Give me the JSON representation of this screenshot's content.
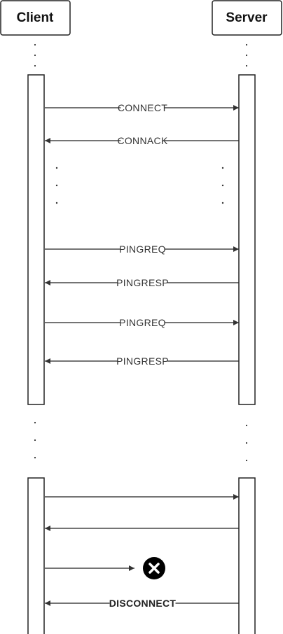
{
  "participants": {
    "client": "Client",
    "server": "Server"
  },
  "messages": [
    {
      "label": "CONNECT",
      "direction": "client-to-server"
    },
    {
      "label": "CONNACK",
      "direction": "server-to-client"
    },
    {
      "label": "PINGREQ",
      "direction": "client-to-server"
    },
    {
      "label": "PINGRESP",
      "direction": "server-to-client"
    },
    {
      "label": "PINGREQ",
      "direction": "client-to-server"
    },
    {
      "label": "PINGRESP",
      "direction": "server-to-client"
    },
    {
      "label": "",
      "direction": "client-to-server"
    },
    {
      "label": "",
      "direction": "server-to-client"
    },
    {
      "label": "",
      "direction": "client-to-lost",
      "icon": "x-circle-icon"
    },
    {
      "label": "DISCONNECT",
      "direction": "server-to-client",
      "emphasis": "bold"
    }
  ],
  "colors": {
    "line": "#222222",
    "icon": "#000000"
  }
}
